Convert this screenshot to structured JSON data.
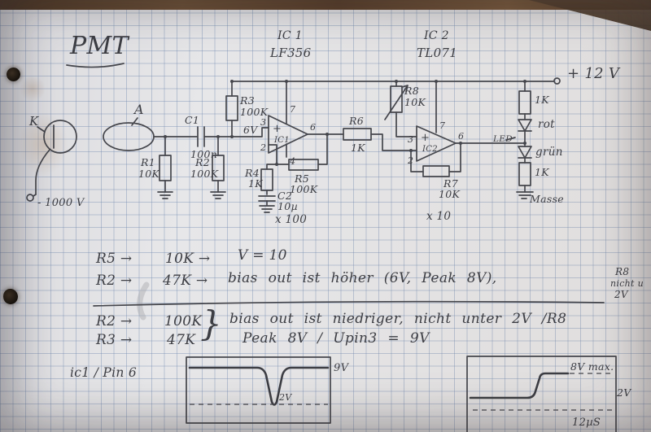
{
  "title": "PMT",
  "ics": {
    "ic1_name": "IC 1",
    "ic1_part": "LF356",
    "ic2_name": "IC 2",
    "ic2_part": "TL071"
  },
  "rail": {
    "label": "+ 12 V"
  },
  "input": {
    "k": "K",
    "a": "A",
    "hv": "- 1000 V"
  },
  "parts": {
    "c1_ref": "C1",
    "c1_val": "100n",
    "r1_ref": "R1",
    "r1_val": "10K",
    "r2_ref": "R2",
    "r2_val": "100K",
    "r3_ref": "R3",
    "r3_val": "100K",
    "bias": "6V",
    "r4_ref": "R4",
    "r4_val": "1K",
    "r5_ref": "R5",
    "r5_val": "100K",
    "c2_ref": "C2",
    "c2_val": "10µ",
    "gain1": "x 100",
    "r6_ref": "R6",
    "r6_val": "1K",
    "r8_ref": "R8",
    "r8_val": "10K",
    "r7_ref": "R7",
    "r7_val": "10K",
    "gain2": "x 10",
    "led": "LED",
    "led_r_top": "1K",
    "led_r_bot": "1K",
    "red": "rot",
    "green": "grün",
    "gnd": "Masse"
  },
  "ic1_pins": {
    "label": "IC1",
    "plus": "+",
    "p3": "3",
    "p2": "2",
    "p6": "6",
    "p7": "7",
    "p4": "4"
  },
  "ic2_pins": {
    "label": "IC2",
    "plus": "+",
    "p3": "3",
    "p2": "2",
    "p6": "6",
    "p7": "7"
  },
  "notes": {
    "l1a": "R5 →",
    "l1b": "10K →",
    "l1c": "V = 10",
    "l2a": "R2 →",
    "l2b": "47K →",
    "l2c": "bias out ist höher (6V, Peak 8V),",
    "m1": "R8",
    "m2": "nicht u",
    "m3": "2V",
    "l3a": "R2 →",
    "l3b": "100K",
    "l3c": "bias out ist niedriger, nicht unter 2V /R8",
    "l4a": "R3 →",
    "l4b": "47K",
    "l4c": "Peak 8V / Upin3 = 9V",
    "brace": "}"
  },
  "scopes": {
    "caption": "ic1 / Pin 6",
    "s1_top": "9V",
    "s1_dip": "2V",
    "s2_max": "8V max.",
    "s2_level": "2V",
    "s2_time": "12µS"
  }
}
